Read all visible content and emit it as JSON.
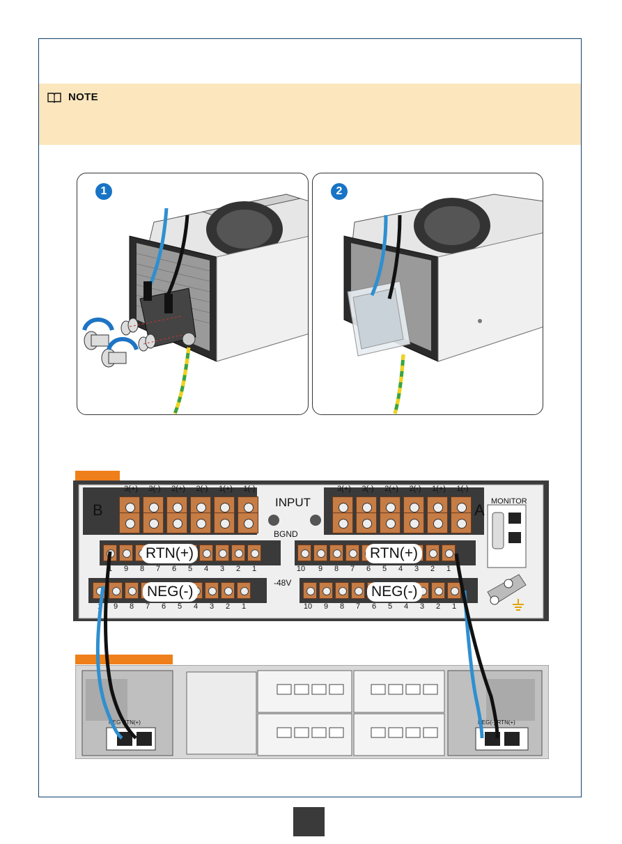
{
  "note": {
    "label": "NOTE",
    "icon": "book-icon",
    "background": "#fbe6bd"
  },
  "steps": [
    {
      "number": "1"
    },
    {
      "number": "2"
    }
  ],
  "pdu": {
    "side_b": "B",
    "side_a": "A",
    "input_label": "INPUT",
    "bgnd_label": "BGND",
    "monitor_label": "MONITOR",
    "voltage_label": "-48V",
    "top_terminals_left": [
      "3(+)",
      "3(-)",
      "2(+)",
      "2(-)",
      "1(+)",
      "1(-)"
    ],
    "top_terminals_right": [
      "3(+)",
      "3(-)",
      "2(+)",
      "2(-)",
      "1(+)",
      "1(-)"
    ],
    "rtn_left_numbers": [
      "1",
      "9",
      "8",
      "7",
      "6",
      "5",
      "4",
      "3",
      "2",
      "1"
    ],
    "rtn_right_numbers": [
      "10",
      "9",
      "8",
      "7",
      "6",
      "5",
      "4",
      "3",
      "2",
      "1"
    ],
    "neg_left_numbers": [
      "1",
      "9",
      "8",
      "7",
      "6",
      "5",
      "4",
      "3",
      "2",
      "1"
    ],
    "neg_right_numbers": [
      "10",
      "9",
      "8",
      "7",
      "6",
      "5",
      "4",
      "3",
      "2",
      "1"
    ],
    "rtn_callout": "RTN(+)",
    "neg_callout": "NEG(-)"
  },
  "device": {
    "left_psu_label": "NEG RTN(+)",
    "right_psu_label": "NEG(-) RTN(+)"
  },
  "colors": {
    "frame": "#0e3f6b",
    "orange": "#ef7f1a",
    "blue_cable": "#2f8fd0",
    "badge": "#1874c5"
  }
}
